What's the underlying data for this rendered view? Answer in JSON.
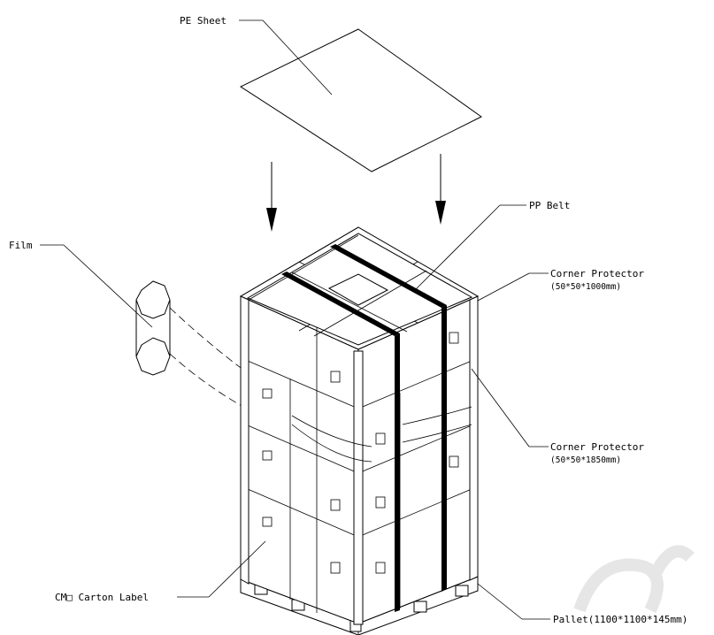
{
  "diagram": {
    "labels": {
      "pe_sheet": "PE Sheet",
      "pp_belt": "PP Belt",
      "film": "Film",
      "corner_protector_top": "Corner Protector",
      "corner_protector_top_size": "(50*50*1000mm)",
      "corner_protector_mid": "Corner Protector",
      "corner_protector_mid_size": "(50*50*1850mm)",
      "carton_label": "CM□ Carton Label",
      "pallet": "Pallet(1100*1100*145mm)"
    },
    "colors": {
      "line": "#000000",
      "background": "#ffffff",
      "watermark": "#e6e6e6"
    }
  }
}
